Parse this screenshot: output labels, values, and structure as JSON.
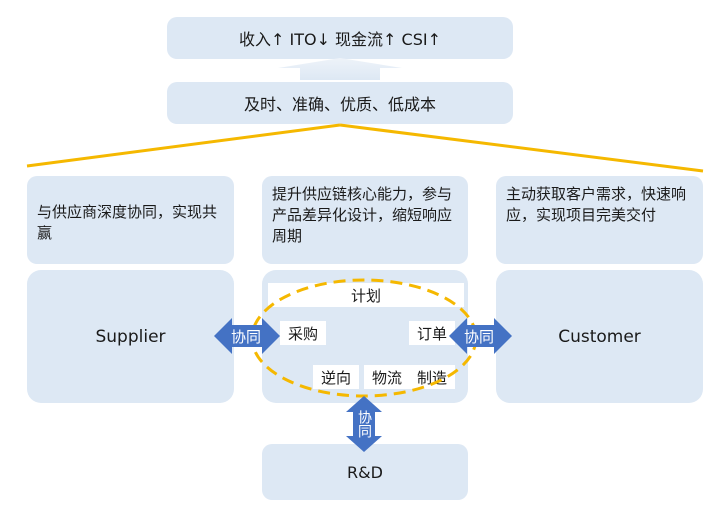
{
  "top": {
    "text": "收入↑  ITO↓  现金流↑  CSI↑"
  },
  "middle": {
    "text": "及时、准确、优质、低成本"
  },
  "descriptions": {
    "left": "与供应商深度协同，实现共赢",
    "center": "提升供应链核心能力，参与产品差异化设计，缩短响应周期",
    "right": "主动获取客户需求，快速响应，实现项目完美交付"
  },
  "nodes": {
    "supplier": "Supplier",
    "customer": "Customer",
    "rd": "R&D"
  },
  "center": {
    "plan": "计划",
    "purchase": "采购",
    "order": "订单",
    "reverse": "逆向",
    "logistics": "物流",
    "manufacture": "制造"
  },
  "arrows": {
    "left": "协同",
    "right": "协同",
    "down": "协同"
  },
  "colors": {
    "box_fill": "#dde8f4",
    "arrow_fill": "#4472c4",
    "accent_line": "#f5b800"
  }
}
